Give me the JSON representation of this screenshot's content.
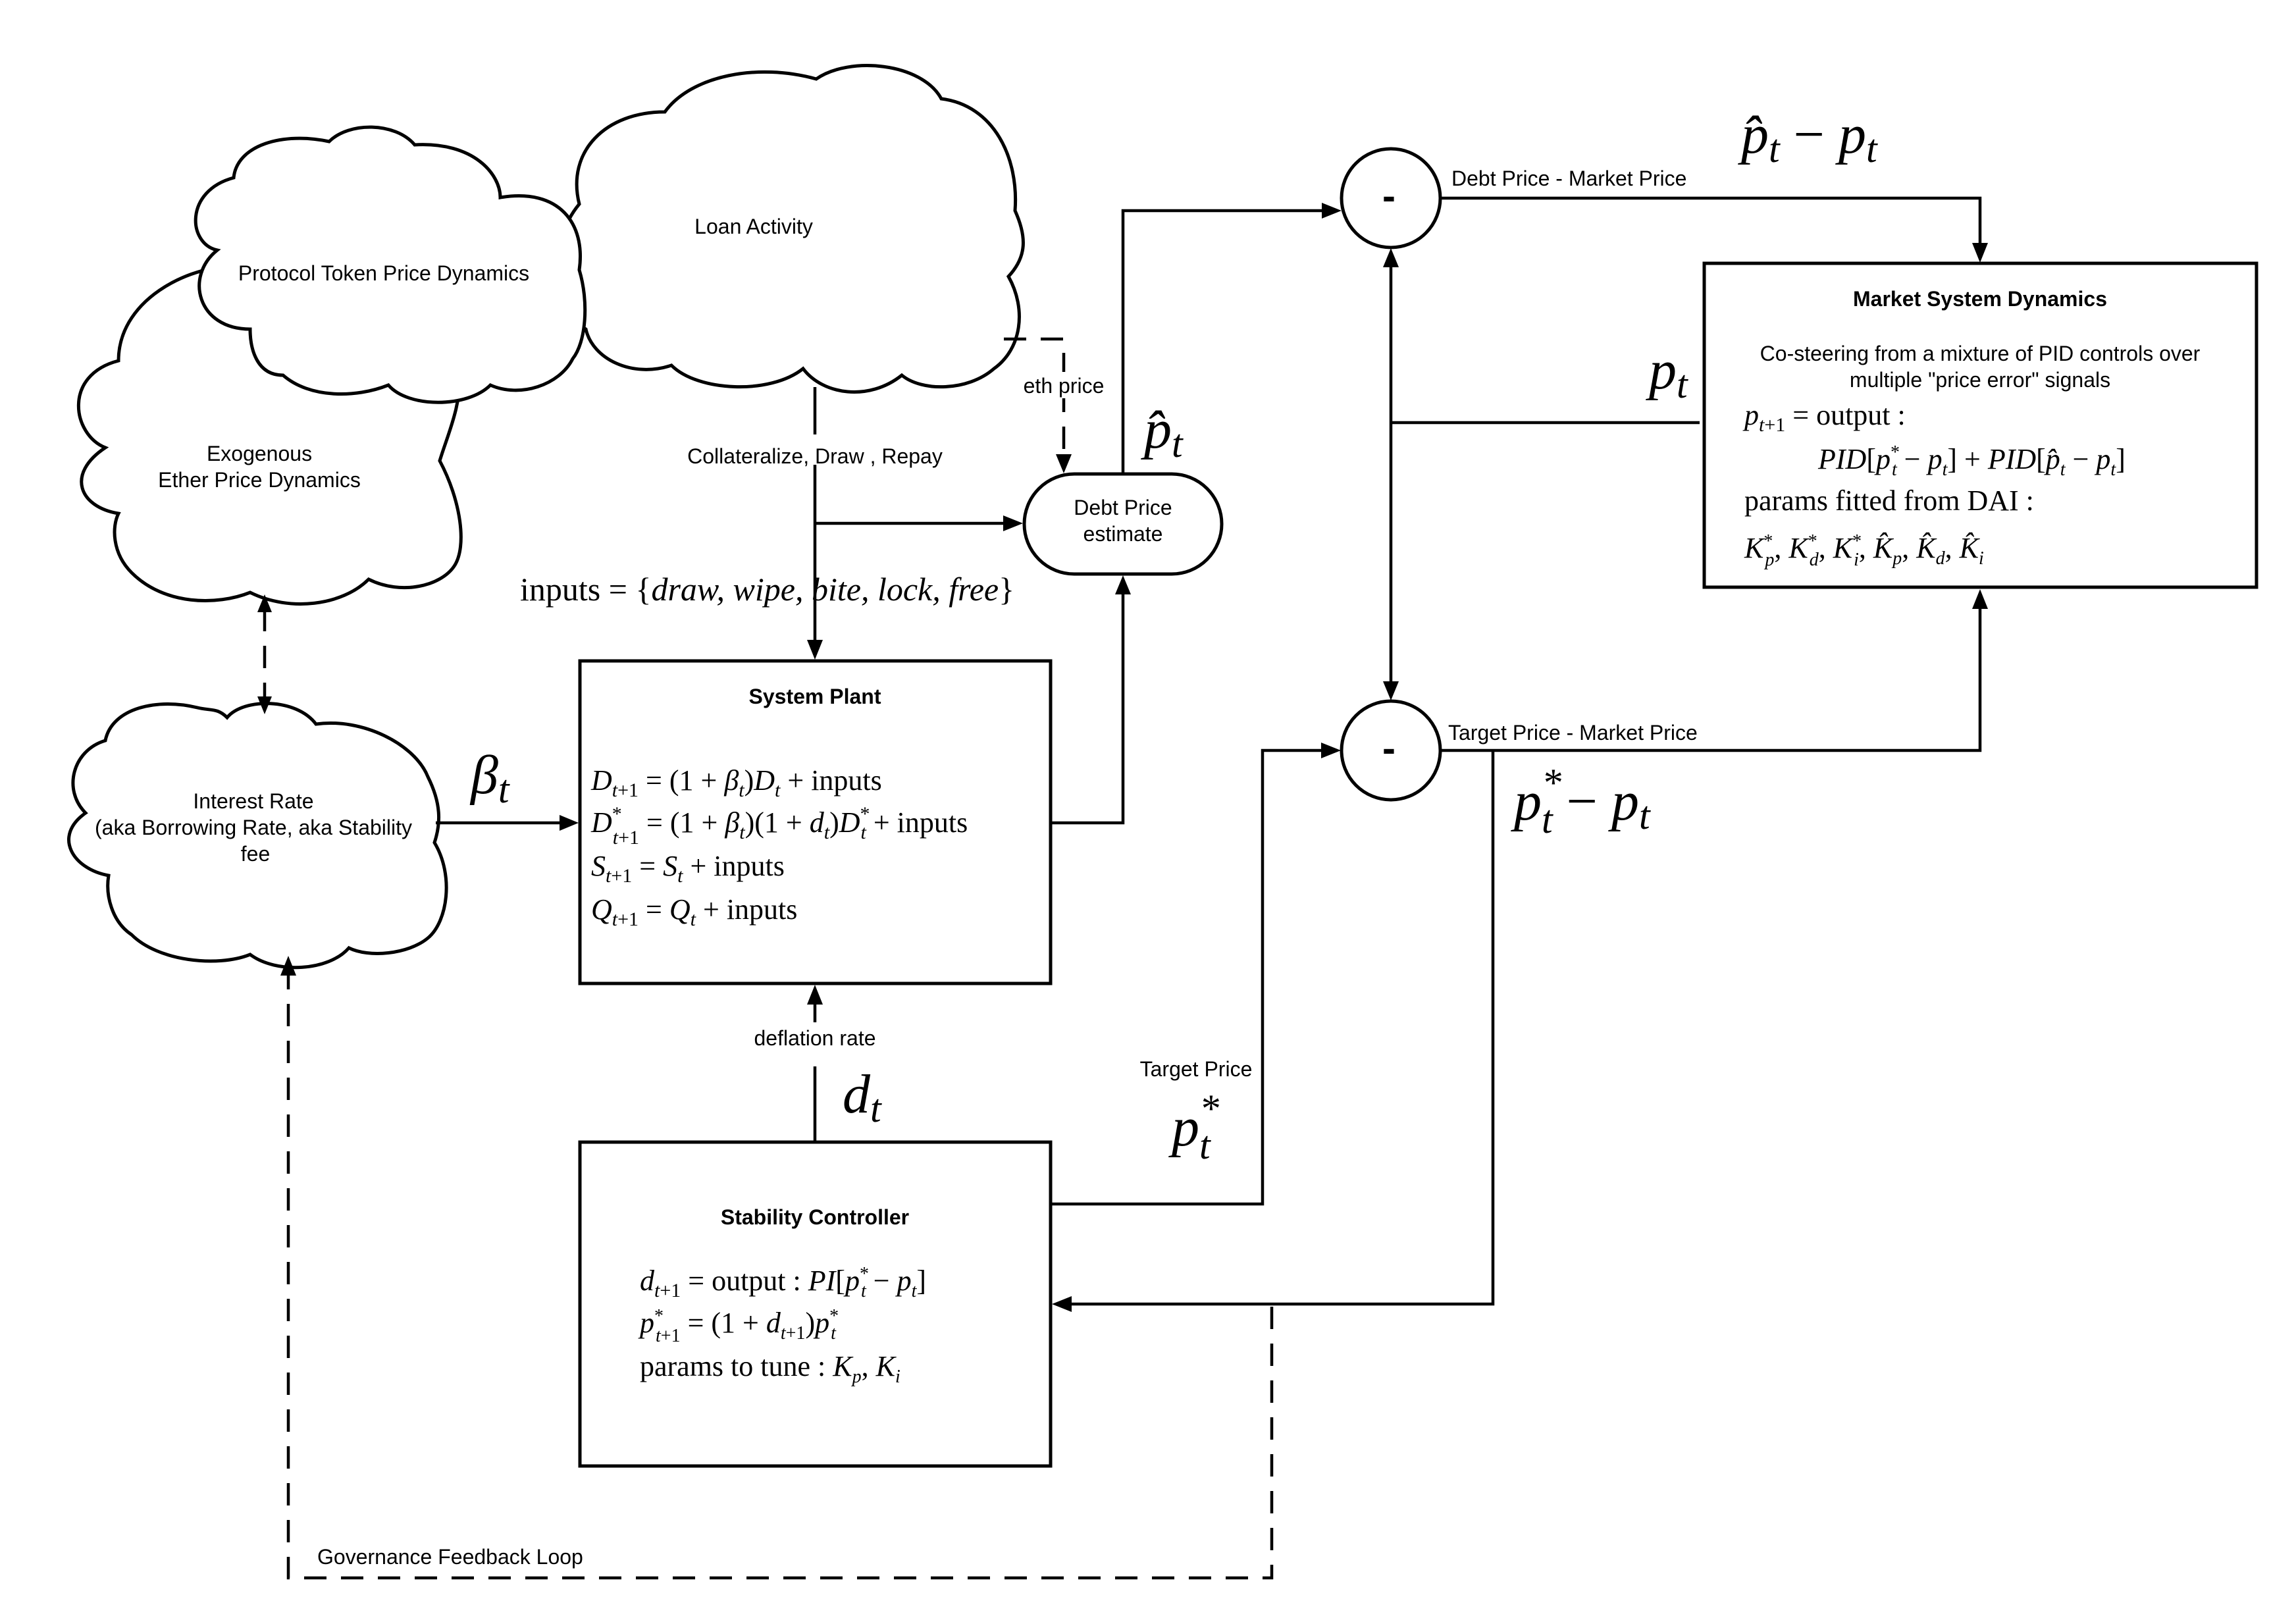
{
  "diagram": {
    "title": "Stablecoin control system block diagram",
    "clouds": {
      "loan_activity": "Loan Activity",
      "protocol_token": "Protocol Token Price Dynamics",
      "exogenous_ether": [
        "Exogenous",
        "Ether Price Dynamics"
      ],
      "interest_rate": [
        "Interest Rate",
        "(aka Borrowing Rate, aka Stability",
        "fee"
      ]
    },
    "edge_labels": {
      "collateralize": "Collateralize, Draw , Repay",
      "eth_price": "eth price",
      "inputs_prefix": "inputs = {",
      "inputs_items": "draw, wipe, bite, lock, free",
      "inputs_suffix": "}",
      "beta": "β",
      "beta_sub": "t",
      "deflation_rate": "deflation rate",
      "d": "d",
      "d_sub": "t",
      "target_price": "Target Price",
      "target_symbol": "p",
      "target_sup": "*",
      "target_sub": "t",
      "debt_minus_market": "Debt Price - Market Price",
      "target_minus_market": "Target Price - Market Price",
      "phat_minus_p": "p̂ − p",
      "pstar_minus_p": "p* − p",
      "p_market": "p",
      "p_market_sub": "t",
      "phat": "p̂",
      "phat_sub": "t",
      "governance": "Governance Feedback Loop"
    },
    "debt_price_estimate": [
      "Debt Price",
      "estimate"
    ],
    "summing_junctions": [
      {
        "sign": "-"
      },
      {
        "sign": "-"
      }
    ],
    "system_plant": {
      "title": "System Plant",
      "equations": [
        "D_{t+1} = (1 + β_t)D_t + inputs",
        "D*_{t+1} = (1 + β_t)(1 + d_t)D*_t + inputs",
        "S_{t+1} = S_t + inputs",
        "Q_{t+1} = Q_t + inputs"
      ]
    },
    "stability_controller": {
      "title": "Stability Controller",
      "equations": [
        "d_{t+1} = output : PI[p*_t − p_t]",
        "p*_{t+1} = (1 + d_{t+1})p*_t",
        "params to tune : K_p, K_i"
      ]
    },
    "market_system_dynamics": {
      "title": "Market System Dynamics",
      "description": [
        "Co-steering from a mixture of PID controls over",
        "multiple \"price error\" signals"
      ],
      "equations": [
        "p_{t+1} = output :",
        "PID[p*_t − p_t] + PID[p̂_t − p_t]",
        "params fitted from DAI :",
        "K*_p, K*_d, K*_i, K̂_p, K̂_d, K̂_i"
      ]
    }
  }
}
